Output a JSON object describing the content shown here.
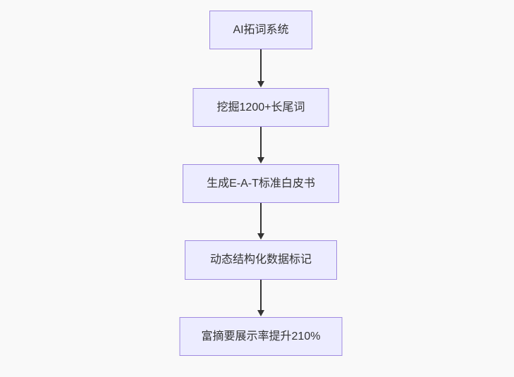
{
  "diagram": {
    "type": "flowchart",
    "direction": "top-down"
  },
  "flowchart": {
    "nodes": [
      {
        "id": "n1",
        "label": "AI拓词系统"
      },
      {
        "id": "n2",
        "label": "挖掘1200+长尾词"
      },
      {
        "id": "n3",
        "label": "生成E-A-T标准白皮书"
      },
      {
        "id": "n4",
        "label": "动态结构化数据标记"
      },
      {
        "id": "n5",
        "label": "富摘要展示率提升210%"
      }
    ],
    "edges": [
      {
        "from": "n1",
        "to": "n2"
      },
      {
        "from": "n2",
        "to": "n3"
      },
      {
        "from": "n3",
        "to": "n4"
      },
      {
        "from": "n4",
        "to": "n5"
      }
    ]
  },
  "theme": {
    "canvas_bg": "#f9f9f9",
    "node_fill": "#ececff",
    "node_border": "#9f8ae0",
    "node_text": "#333333",
    "edge_color": "#333333"
  }
}
